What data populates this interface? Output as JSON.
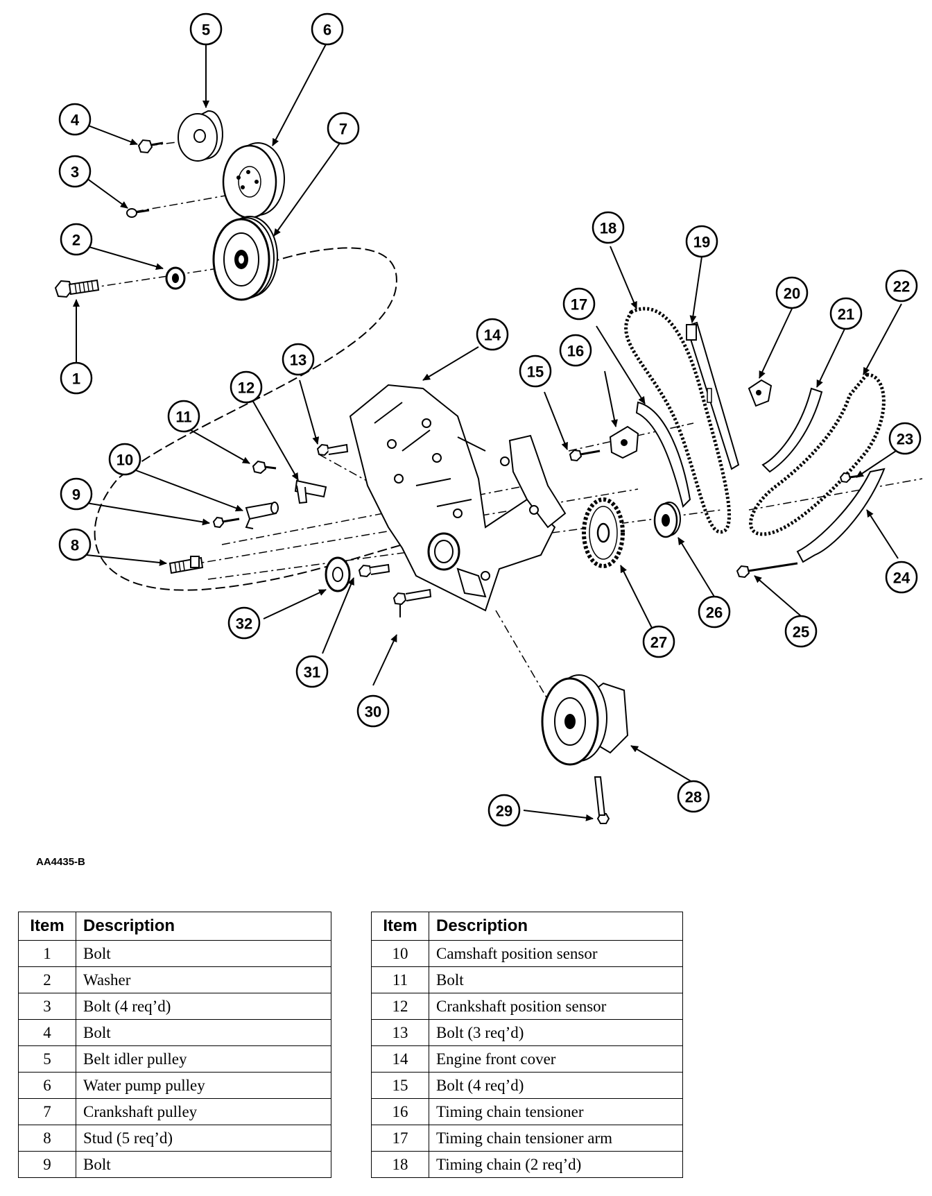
{
  "figure_id": "AA4435-B",
  "callouts": [
    "1",
    "2",
    "3",
    "4",
    "5",
    "6",
    "7",
    "8",
    "9",
    "10",
    "11",
    "12",
    "13",
    "14",
    "15",
    "16",
    "17",
    "18",
    "19",
    "20",
    "21",
    "22",
    "23",
    "24",
    "25",
    "26",
    "27",
    "28",
    "29",
    "30",
    "31",
    "32"
  ],
  "table_left": {
    "headers": {
      "item": "Item",
      "description": "Description"
    },
    "rows": [
      {
        "item": "1",
        "description": "Bolt"
      },
      {
        "item": "2",
        "description": "Washer"
      },
      {
        "item": "3",
        "description": "Bolt (4 req’d)"
      },
      {
        "item": "4",
        "description": "Bolt"
      },
      {
        "item": "5",
        "description": "Belt idler pulley"
      },
      {
        "item": "6",
        "description": "Water pump pulley"
      },
      {
        "item": "7",
        "description": "Crankshaft pulley"
      },
      {
        "item": "8",
        "description": "Stud (5 req’d)"
      },
      {
        "item": "9",
        "description": "Bolt"
      }
    ]
  },
  "table_right": {
    "headers": {
      "item": "Item",
      "description": "Description"
    },
    "rows": [
      {
        "item": "10",
        "description": "Camshaft position sensor"
      },
      {
        "item": "11",
        "description": "Bolt"
      },
      {
        "item": "12",
        "description": "Crankshaft position sensor"
      },
      {
        "item": "13",
        "description": "Bolt (3 req’d)"
      },
      {
        "item": "14",
        "description": "Engine front cover"
      },
      {
        "item": "15",
        "description": "Bolt (4 req’d)"
      },
      {
        "item": "16",
        "description": "Timing chain tensioner"
      },
      {
        "item": "17",
        "description": "Timing chain tensioner arm"
      },
      {
        "item": "18",
        "description": "Timing chain (2 req’d)"
      }
    ]
  }
}
